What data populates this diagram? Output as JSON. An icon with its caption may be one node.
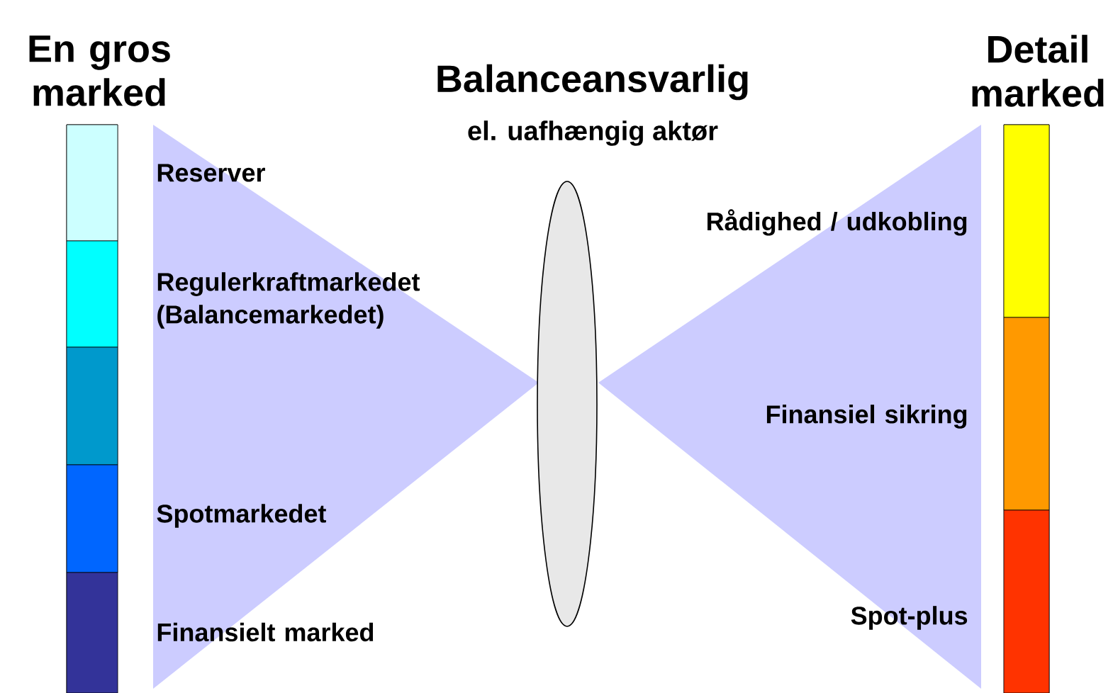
{
  "diagram": {
    "nodes": [
      {
        "text": [
          "En gros marked"
        ]
      },
      {
        "text": [],
        "shape": "box",
        "in": 0,
        "beside": [
          "Reserver"
        ]
      },
      {
        "text": [],
        "shape": "box",
        "in": 0,
        "beside": [
          "Regulerkraftmarkedet (Balancemarkedet)"
        ]
      },
      {
        "text": [],
        "shape": "box",
        "in": 0
      },
      {
        "text": [],
        "shape": "box",
        "in": 0,
        "beside": [
          "Spotmarkedet"
        ]
      },
      {
        "text": [],
        "shape": "box",
        "in": 0,
        "beside": [
          "Finansielt marked"
        ]
      },
      {
        "text": [
          "Balanceansvarlig",
          "el. uafhængig aktør"
        ]
      },
      {
        "text": [
          "Detail marked"
        ]
      },
      {
        "text": [],
        "shape": "box",
        "in": 7,
        "beside": [
          "Rådighed / udkobling"
        ]
      },
      {
        "text": [],
        "shape": "box",
        "in": 7,
        "beside": [
          "Finansiel sikring"
        ]
      },
      {
        "text": [],
        "shape": "box",
        "in": 7,
        "beside": [
          "Spot-plus"
        ]
      }
    ],
    "edges": []
  }
}
